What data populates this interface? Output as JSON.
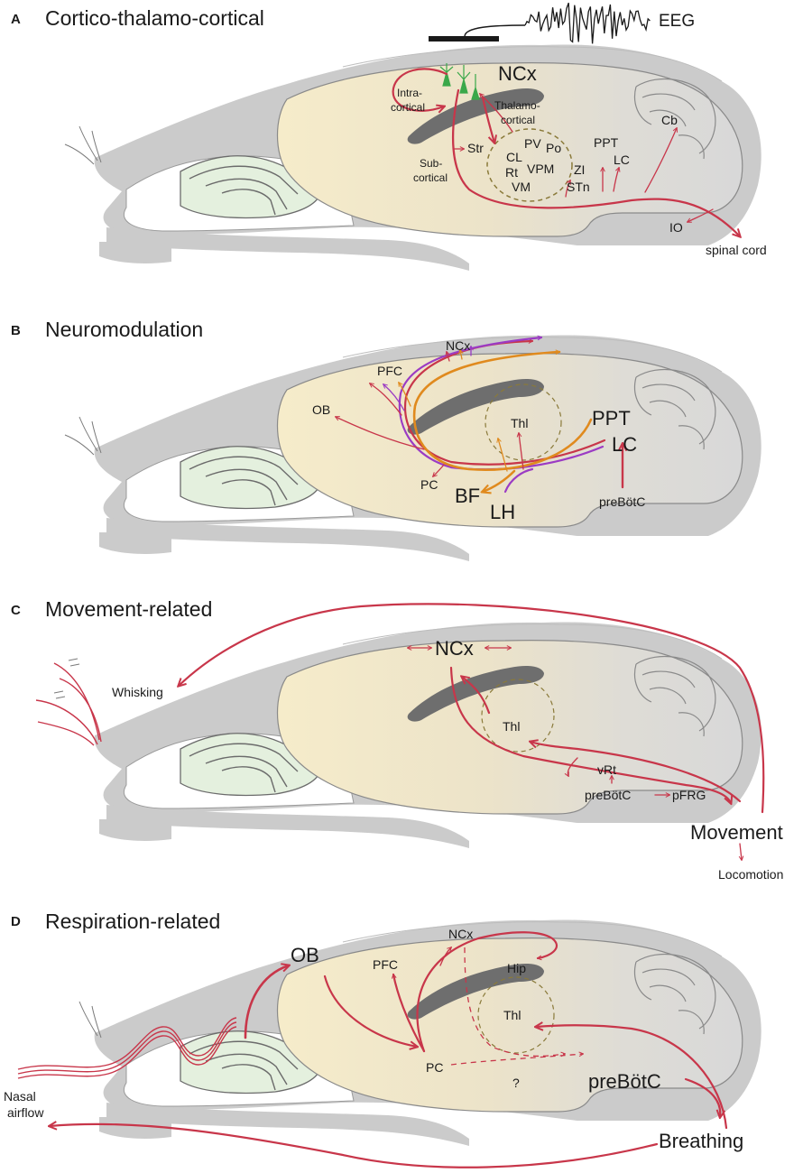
{
  "colors": {
    "skull": "#c9c9c9",
    "forebrain": "#f6ecca",
    "hindbrain": "#dcdcdc",
    "turbinates": "#e4f0de",
    "glutamate_red": "#c8364a",
    "orange_pathway": "#e08a1e",
    "purple_pathway": "#9b3bc4",
    "neuron_green": "#3aa84a"
  },
  "panels": [
    {
      "letter": "A",
      "title": "Cortico-thalamo-cortical",
      "labels": {
        "eeg": "EEG",
        "ncx": "NCx",
        "intra1": "Intra-",
        "intra2": "cortical",
        "thal1": "Thalamo-",
        "thal2": "cortical",
        "sub1": "Sub-",
        "sub2": "cortical",
        "str": "Str",
        "pv": "PV",
        "po": "Po",
        "cl": "CL",
        "rt": "Rt",
        "vpm": "VPM",
        "vm": "VM",
        "zi": "ZI",
        "stn": "STn",
        "ppt": "PPT",
        "lc": "LC",
        "cb": "Cb",
        "io": "IO",
        "spinal": "spinal cord"
      }
    },
    {
      "letter": "B",
      "title": "Neuromodulation",
      "labels": {
        "ncx": "NCx",
        "pfc": "PFC",
        "ob": "OB",
        "thl": "Thl",
        "ppt": "PPT",
        "lc": "LC",
        "pc": "PC",
        "bf": "BF",
        "lh": "LH",
        "prebotc": "preBötC"
      }
    },
    {
      "letter": "C",
      "title": "Movement-related",
      "labels": {
        "ncx": "NCx",
        "whisking": "Whisking",
        "thl": "Thl",
        "vrt": "vRt",
        "prebotc": "preBötC",
        "pfrg": "pFRG",
        "movement": "Movement",
        "locomotion": "Locomotion"
      }
    },
    {
      "letter": "D",
      "title": "Respiration-related",
      "labels": {
        "ob": "OB",
        "pfc": "PFC",
        "ncx": "NCx",
        "hip": "Hip",
        "thl": "Thl",
        "pc": "PC",
        "question": "?",
        "prebotc": "preBötC",
        "nasal1": "Nasal",
        "nasal2": "airflow",
        "breathing": "Breathing"
      }
    }
  ]
}
